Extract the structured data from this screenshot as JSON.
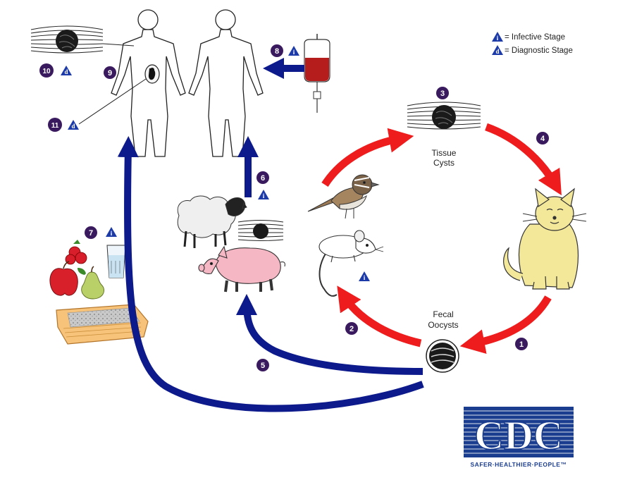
{
  "legend": {
    "infective_symbol": "i",
    "infective_text": "= Infective Stage",
    "diagnostic_symbol": "d",
    "diagnostic_text": "= Diagnostic Stage"
  },
  "labels": {
    "tissue_cysts_line1": "Tissue",
    "tissue_cysts_line2": "Cysts",
    "fecal_oocysts_line1": "Fecal",
    "fecal_oocysts_line2": "Oocysts"
  },
  "steps": {
    "s1": "1",
    "s2": "2",
    "s3": "3",
    "s4": "4",
    "s5": "5",
    "s6": "6",
    "s7": "7",
    "s8": "8",
    "s9": "9",
    "s10": "10",
    "s11": "11"
  },
  "stage_marks": {
    "s6": "i",
    "s7": "i",
    "s8": "i",
    "s10": "d",
    "s11": "d",
    "mouse": "i"
  },
  "logo": {
    "text": "CDC",
    "tagline": "SAFER·HEALTHIER·PEOPLE™"
  },
  "colors": {
    "cycle_red": "#ee1c1c",
    "transmission_blue": "#0d1a8c",
    "step_purple": "#3a1a5e",
    "triangle_blue": "#1c3aa8",
    "cdc_blue": "#1a3d8f"
  }
}
